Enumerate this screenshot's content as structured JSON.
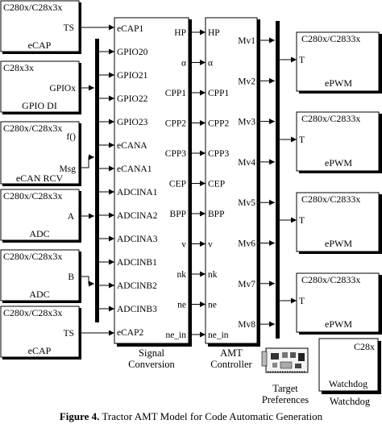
{
  "figure": {
    "caption_bold": "Figure 4.",
    "caption_rest": " Tractor AMT Model for Code Automatic Generation"
  },
  "left_blocks": {
    "ecap_top": {
      "title": "C280x/C28x3x",
      "label": "eCAP",
      "port": "TS"
    },
    "gpio_di": {
      "title": "C28x3x",
      "label": "GPIO DI",
      "port": "GPIOx"
    },
    "ecan_rcv": {
      "title": "C280x/C28x3x",
      "label": "eCAN RCV",
      "port_f": "f()",
      "port_msg": "Msg"
    },
    "adc_a": {
      "title": "C280x/C28x3x",
      "label": "ADC",
      "port": "A"
    },
    "adc_b": {
      "title": "C280x/C28x3x",
      "label": "ADC",
      "port": "B"
    },
    "ecap_bottom": {
      "title": "C280x/C28x3x",
      "label": "eCAP",
      "port": "TS"
    }
  },
  "signal_conversion": {
    "label_line1": "Signal",
    "label_line2": "Conversion",
    "inputs": [
      "eCAP1",
      "GPIO20",
      "GPIO21",
      "GPIO22",
      "GPIO23",
      "eCANA",
      "eCANA1",
      "ADCINA1",
      "ADCINA2",
      "ADCINA3",
      "ADCINB1",
      "ADCINB2",
      "ADCINB3",
      "eCAP2"
    ],
    "outputs": [
      "HP",
      "α",
      "CPP1",
      "CPP2",
      "CPP3",
      "CEP",
      "BPP",
      "v",
      "nk",
      "ne",
      "ne_in"
    ]
  },
  "amt_controller": {
    "label_line1": "AMT",
    "label_line2": "Controller",
    "inputs": [
      "HP",
      "α",
      "CPP1",
      "CPP2",
      "CPP3",
      "CEP",
      "BPP",
      "v",
      "nk",
      "ne",
      "ne_in"
    ],
    "outputs": [
      "Mv1",
      "Mv2",
      "Mv3",
      "Mv4",
      "Mv5",
      "Mv6",
      "Mv7",
      "Mv8"
    ]
  },
  "epwm_blocks": [
    {
      "title": "C280x/C2833x",
      "label": "ePWM",
      "port": "T"
    },
    {
      "title": "C280x/C2833x",
      "label": "ePWM",
      "port": "T"
    },
    {
      "title": "C280x/C2833x",
      "label": "ePWM",
      "port": "T"
    },
    {
      "title": "C280x/C2833x",
      "label": "ePWM",
      "port": "T"
    }
  ],
  "target_preferences": {
    "label_line1": "Target",
    "label_line2": "Preferences"
  },
  "watchdog": {
    "title": "C28x",
    "inner_label": "Watchdog",
    "label": "Watchdog"
  }
}
